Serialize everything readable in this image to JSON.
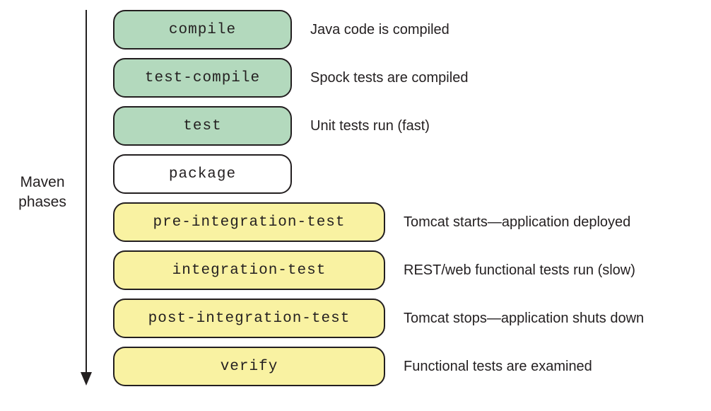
{
  "diagram": {
    "side_label_line1": "Maven",
    "side_label_line2": "phases",
    "phases": [
      {
        "name": "compile",
        "description": "Java code is compiled",
        "fill": "#b3d9bd"
      },
      {
        "name": "test-compile",
        "description": "Spock tests are compiled",
        "fill": "#b3d9bd"
      },
      {
        "name": "test",
        "description": "Unit tests run (fast)",
        "fill": "#b3d9bd"
      },
      {
        "name": "package",
        "description": "",
        "fill": "#ffffff"
      },
      {
        "name": "pre-integration-test",
        "description": "Tomcat starts—application deployed",
        "fill": "#f9f2a2"
      },
      {
        "name": "integration-test",
        "description": "REST/web functional tests run (slow)",
        "fill": "#f9f2a2"
      },
      {
        "name": "post-integration-test",
        "description": "Tomcat stops—application shuts down",
        "fill": "#f9f2a2"
      },
      {
        "name": "verify",
        "description": "Functional tests are examined",
        "fill": "#f9f2a2"
      }
    ],
    "colors": {
      "green": "#b3d9bd",
      "yellow": "#f9f2a2",
      "white": "#ffffff",
      "border": "#231f20",
      "text": "#231f20"
    }
  }
}
